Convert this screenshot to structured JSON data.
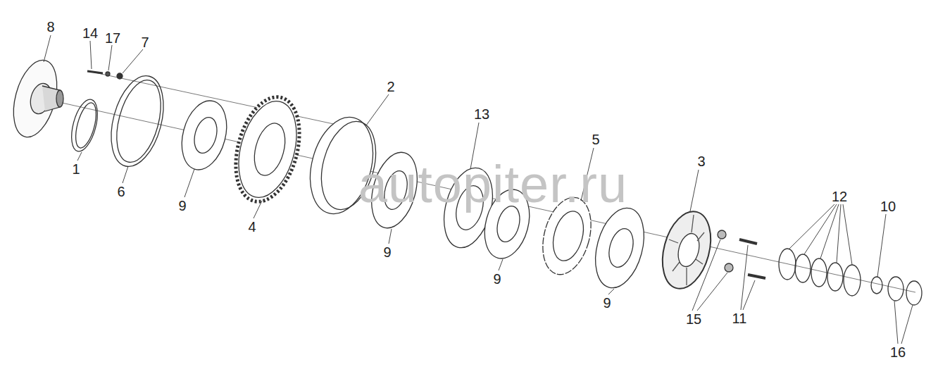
{
  "diagram": {
    "labels": [
      "8",
      "14",
      "17",
      "7",
      "2",
      "13",
      "5",
      "3",
      "12",
      "10",
      "1",
      "6",
      "9",
      "4",
      "9",
      "9",
      "9",
      "15",
      "11",
      "16",
      "autopiter.ru"
    ]
  }
}
